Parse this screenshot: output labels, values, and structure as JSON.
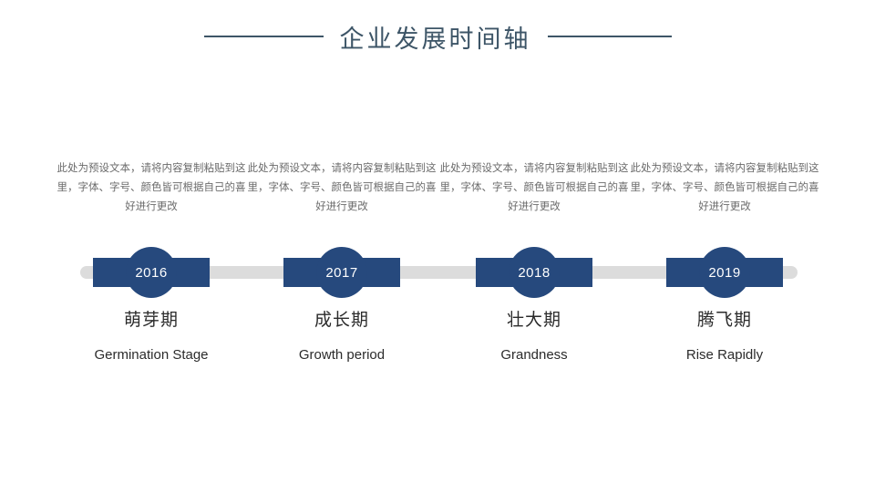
{
  "slide": {
    "title": "企业发展时间轴",
    "background_color": "#ffffff",
    "accent_color": "#26497d",
    "title_color": "#3d5567",
    "track_color": "#dcdcdc"
  },
  "milestones": [
    {
      "year": "2016",
      "label_cn": "萌芽期",
      "label_en": "Germination Stage",
      "description": "此处为预设文本，请将内容复制粘贴到这里，字体、字号、颜色皆可根据自己的喜好进行更改"
    },
    {
      "year": "2017",
      "label_cn": "成长期",
      "label_en": "Growth period",
      "description": "此处为预设文本，请将内容复制粘贴到这里，字体、字号、颜色皆可根据自己的喜好进行更改"
    },
    {
      "year": "2018",
      "label_cn": "壮大期",
      "label_en": "Grandness",
      "description": "此处为预设文本，请将内容复制粘贴到这里，字体、字号、颜色皆可根据自己的喜好进行更改"
    },
    {
      "year": "2019",
      "label_cn": "腾飞期",
      "label_en": "Rise Rapidly",
      "description": "此处为预设文本，请将内容复制粘贴到这里，字体、字号、颜色皆可根据自己的喜好进行更改"
    }
  ]
}
